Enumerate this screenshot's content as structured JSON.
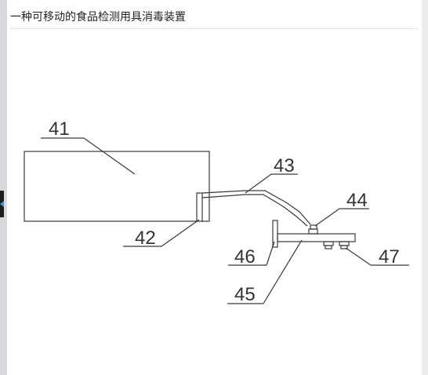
{
  "header": {
    "title": "一种可移动的食品检测用具消毒装置"
  },
  "diagram": {
    "labels": {
      "l41": "41",
      "l42": "42",
      "l43": "43",
      "l44": "44",
      "l45": "45",
      "l46": "46",
      "l47": "47"
    }
  },
  "colors": {
    "line": "#3a3a3a",
    "text": "#333333"
  }
}
